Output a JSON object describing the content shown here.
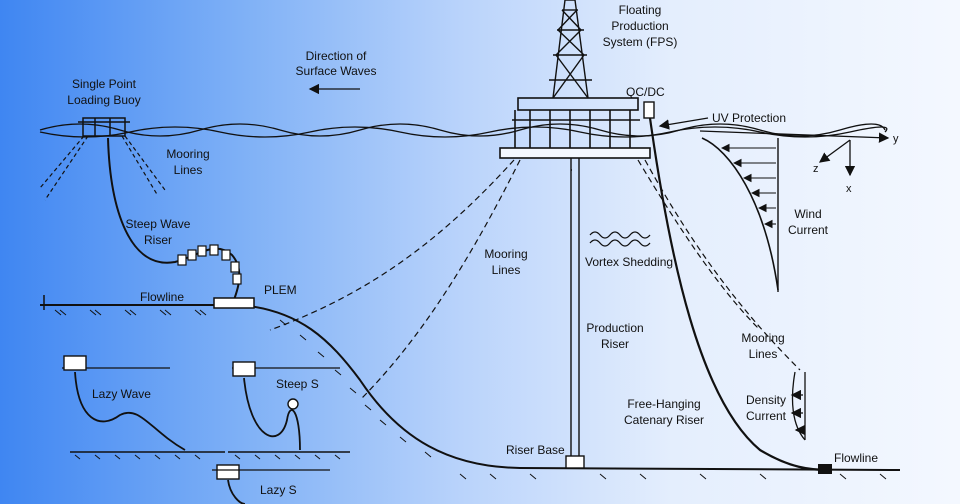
{
  "diagram": {
    "fps": [
      "Floating",
      "Production",
      "System (FPS)"
    ],
    "qcdc": "QC/DC",
    "uv_protection": "UV Protection",
    "wave_direction": [
      "Direction of",
      "Surface Waves"
    ],
    "buoy": [
      "Single Point",
      "Loading Buoy"
    ],
    "mooring_lines_buoy": [
      "Mooring",
      "Lines"
    ],
    "steep_wave_riser": [
      "Steep Wave",
      "Riser"
    ],
    "flowline_left": "Flowline",
    "plem": "PLEM",
    "mooring_lines_center": [
      "Mooring",
      "Lines"
    ],
    "vortex_shedding": "Vortex Shedding",
    "production_riser": [
      "Production",
      "Riser"
    ],
    "mooring_lines_right": [
      "Mooring",
      "Lines"
    ],
    "free_hanging": [
      "Free-Hanging",
      "Catenary Riser"
    ],
    "density_current": [
      "Density",
      "Current"
    ],
    "flowline_right": "Flowline",
    "riser_base": "Riser Base",
    "wind_current": [
      "Wind",
      "Current"
    ],
    "lazy_wave": "Lazy Wave",
    "steep_s": "Steep S",
    "lazy_s": "Lazy S",
    "axis_y": "y",
    "axis_z": "z",
    "axis_x": "x"
  }
}
